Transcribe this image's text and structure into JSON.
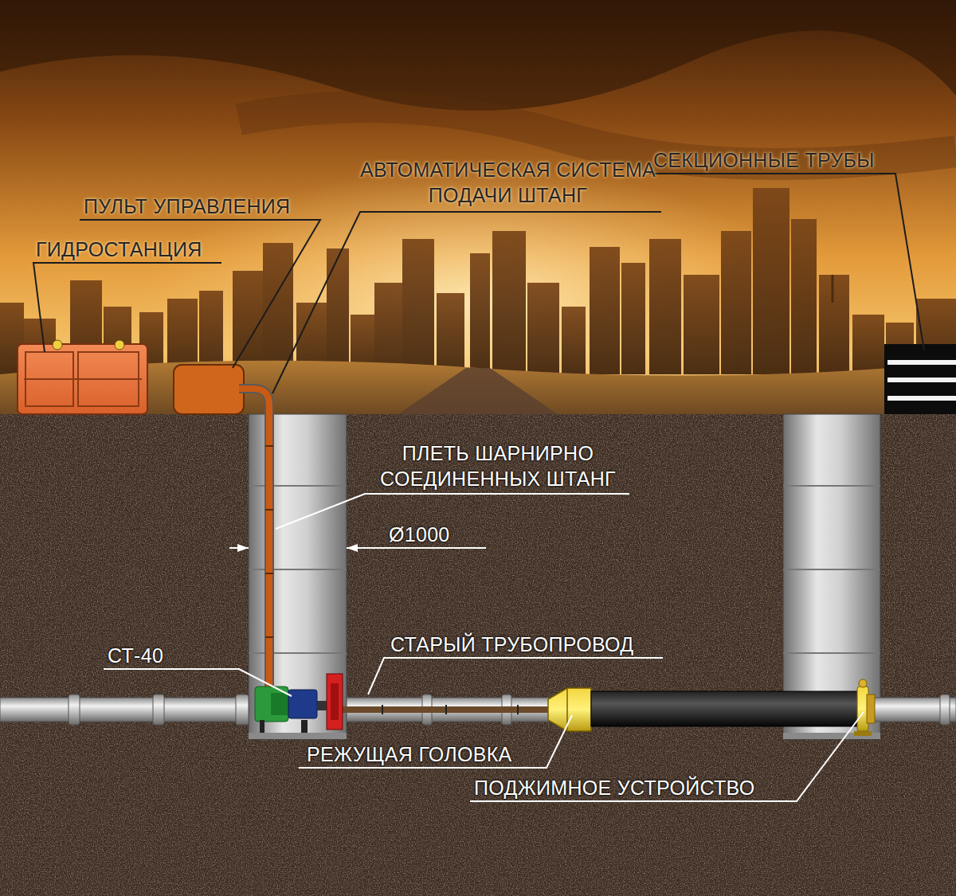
{
  "diagram": {
    "labels": [
      "ГИДРОСТАНЦИЯ",
      "ПУЛЬТ УПРАВЛЕНИЯ",
      "АВТОМАТИЧЕСКАЯ СИСТЕМА ПОДАЧИ ШТАНГ",
      "СЕКЦИОННЫЕ ТРУБЫ",
      "ПЛЕТЬ ШАРНИРНО СОЕДИНЕННЫХ ШТАНГ",
      "Ø1000",
      "СТАРЫЙ ТРУБОПРОВОД",
      "СТ-40",
      "РЕЖУЩАЯ ГОЛОВКА",
      "ПОДЖИМНОЕ УСТРОЙСТВО"
    ]
  }
}
